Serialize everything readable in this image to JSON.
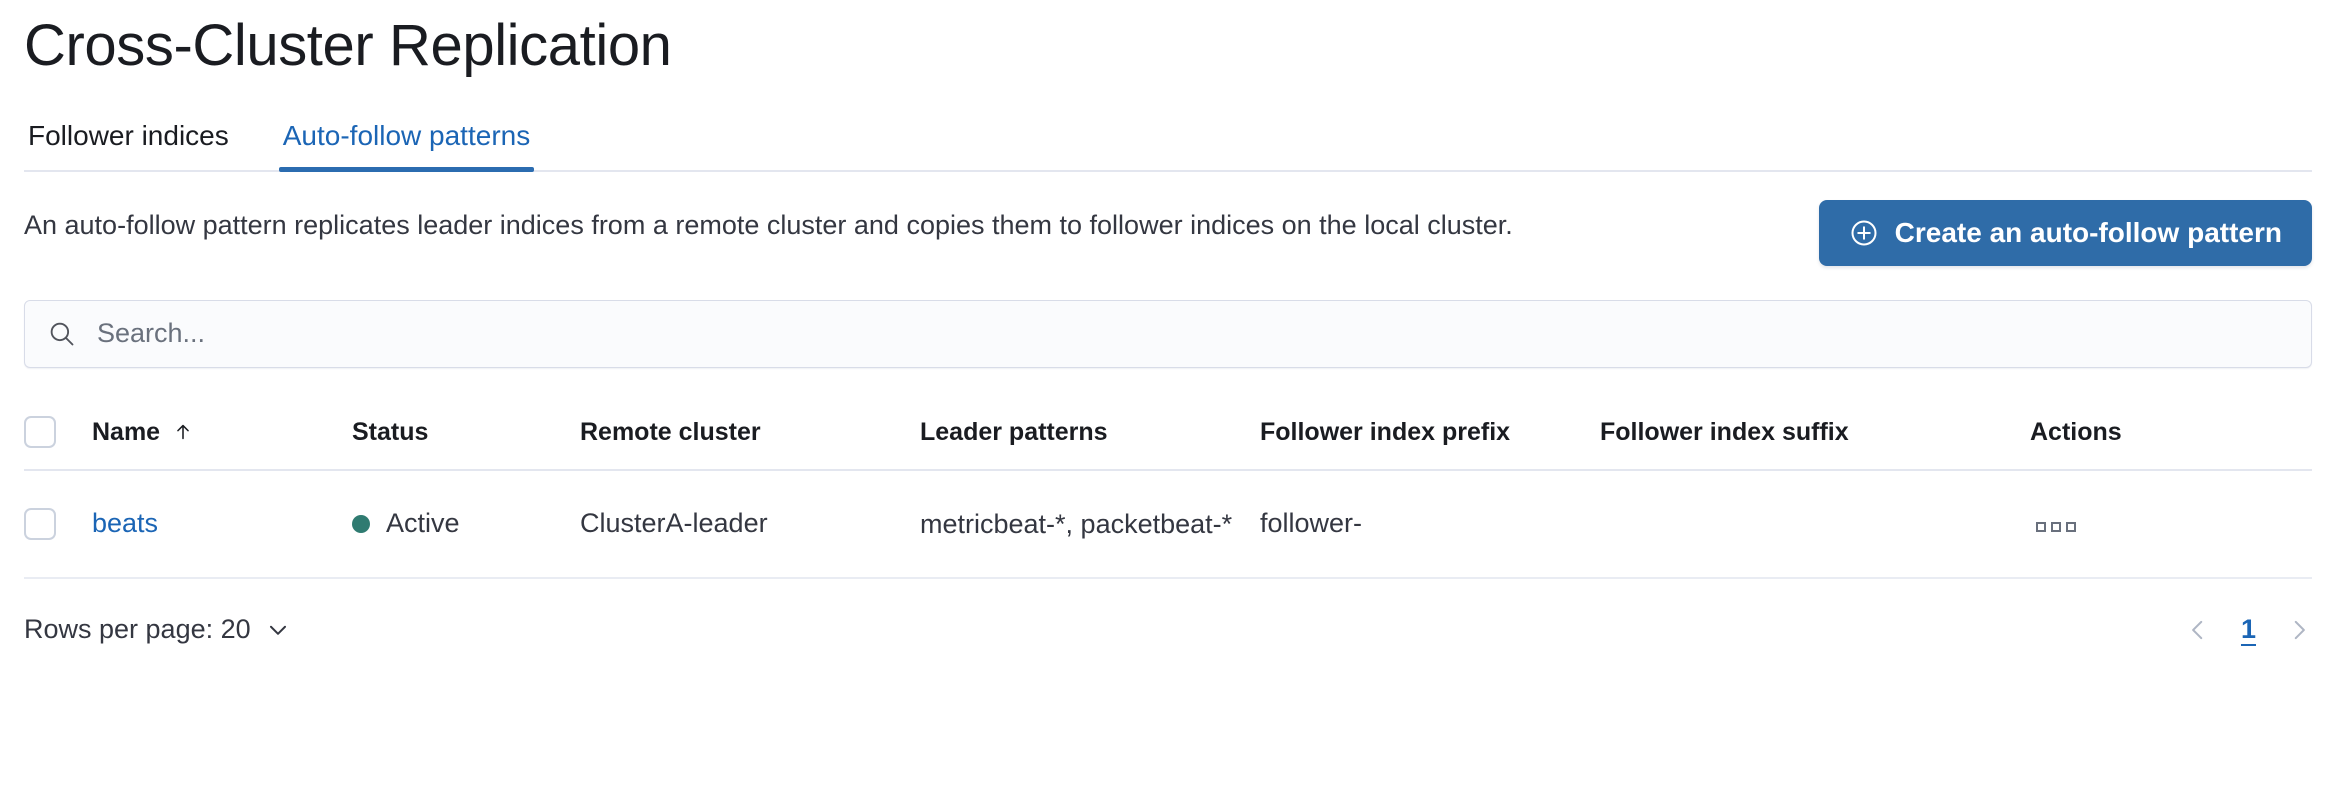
{
  "page": {
    "title": "Cross-Cluster Replication"
  },
  "tabs": [
    {
      "label": "Follower indices",
      "active": false
    },
    {
      "label": "Auto-follow patterns",
      "active": true
    }
  ],
  "intro": {
    "description": "An auto-follow pattern replicates leader indices from a remote cluster and copies them to follower indices on the local cluster.",
    "create_button_label": "Create an auto-follow pattern",
    "create_button_icon": "plus-in-circle-icon",
    "create_button_color": "#2f6ca8"
  },
  "search": {
    "placeholder": "Search...",
    "value": "",
    "icon": "search-icon"
  },
  "table": {
    "columns": [
      {
        "key": "name",
        "label": "Name",
        "sorted": true,
        "sort_direction": "asc",
        "sort_icon": "arrow-up-icon"
      },
      {
        "key": "status",
        "label": "Status"
      },
      {
        "key": "remote_cluster",
        "label": "Remote cluster"
      },
      {
        "key": "leader_patterns",
        "label": "Leader patterns"
      },
      {
        "key": "follower_index_prefix",
        "label": "Follower index prefix"
      },
      {
        "key": "follower_index_suffix",
        "label": "Follower index suffix"
      },
      {
        "key": "actions",
        "label": "Actions"
      }
    ],
    "rows": [
      {
        "selected": false,
        "name": "beats",
        "status": "Active",
        "status_color": "#2f7b71",
        "remote_cluster": "ClusterA-leader",
        "leader_patterns": "metricbeat-*, packetbeat-*",
        "follower_index_prefix": "follower-",
        "follower_index_suffix": "",
        "actions_icon": "context-menu-icon"
      }
    ]
  },
  "footer": {
    "rows_per_page_label": "Rows per page: 20",
    "rows_per_page_icon": "chevron-down-icon",
    "prev_page_icon": "chevron-left-icon",
    "next_page_icon": "chevron-right-icon",
    "current_page": "1"
  }
}
